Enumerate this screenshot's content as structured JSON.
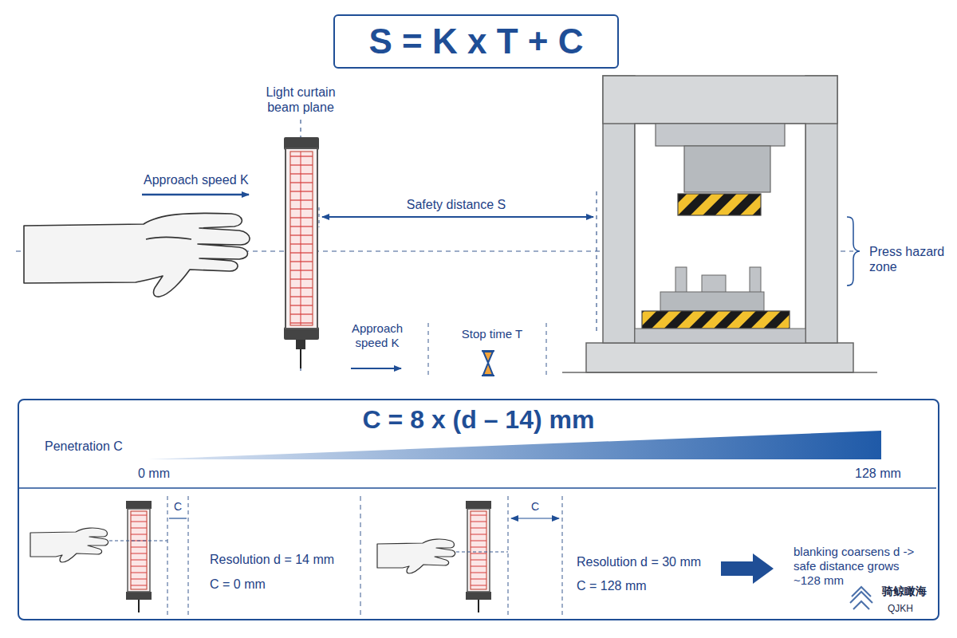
{
  "diagram": {
    "title": "S = K x T + C",
    "nodes": [
      {
        "text": [
          "C = 8 x (d – 14) mm"
        ]
      }
    ],
    "labels": [
      "Light curtain beam plane",
      "Approach speed K",
      "Safety distance S",
      "Approach speed K",
      "Stop time T",
      "Press hazard zone",
      "Penetration C",
      "0 mm",
      "128 mm",
      "C",
      "Resolution d = 14 mm",
      "C = 0 mm",
      "C",
      "Resolution d = 30 mm",
      "C = 128 mm",
      "blanking coarsens d -> safe distance grows ~128 mm",
      "骑鲸瞰海",
      "QJKH"
    ]
  }
}
